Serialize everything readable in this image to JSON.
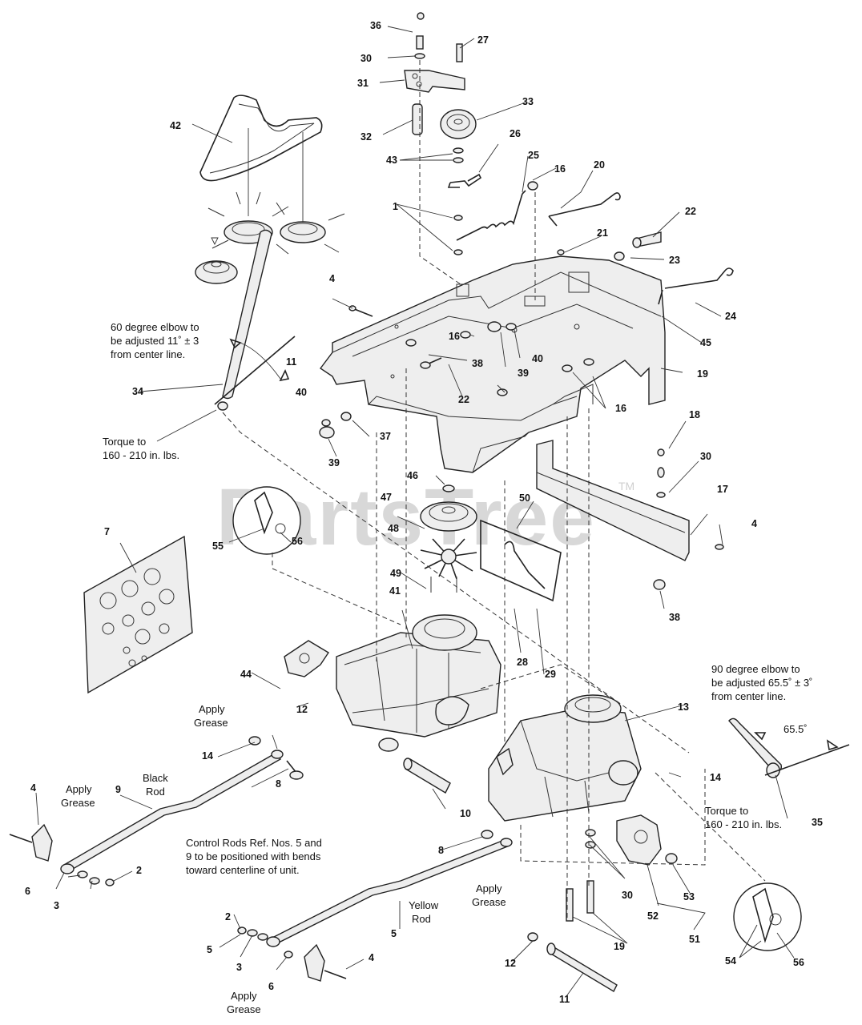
{
  "watermark": {
    "text": "PartsTree",
    "tm": "TM"
  },
  "callouts": [
    "36",
    "27",
    "30",
    "31",
    "33",
    "32",
    "26",
    "43",
    "25",
    "16",
    "20",
    "1",
    "22",
    "21",
    "23",
    "42",
    "4",
    "24",
    "45",
    "16",
    "40",
    "38",
    "39",
    "19",
    "22",
    "16",
    "34",
    "11",
    "40",
    "37",
    "39",
    "18",
    "30",
    "46",
    "17",
    "50",
    "47",
    "4",
    "55",
    "56",
    "48",
    "7",
    "49",
    "38",
    "41",
    "28",
    "29",
    "44",
    "13",
    "12",
    "14",
    "8",
    "9",
    "4",
    "10",
    "2",
    "3",
    "6",
    "8",
    "14",
    "35",
    "30",
    "53",
    "52",
    "2",
    "5",
    "3",
    "6",
    "4",
    "5",
    "19",
    "51",
    "12",
    "54",
    "56",
    "11"
  ],
  "notes": {
    "elbow60_line1": "60 degree elbow to",
    "elbow60_line2": "be adjusted 11˚ ± 3",
    "elbow60_line3": "from center line.",
    "torque1_line1": "Torque to",
    "torque1_line2": "160 - 210 in. lbs.",
    "elbow90_line1": "90 degree elbow to",
    "elbow90_line2": "be adjusted 65.5˚ ± 3˚",
    "elbow90_line3": "from center line.",
    "angle65": "65.5˚",
    "torque2_line1": "Torque to",
    "torque2_line2": "160 - 210 in. lbs.",
    "grease1_line1": "Apply",
    "grease1_line2": "Grease",
    "grease2_line1": "Apply",
    "grease2_line2": "Grease",
    "grease3_line1": "Apply",
    "grease3_line2": "Grease",
    "grease4_line1": "Apply",
    "grease4_line2": "Grease",
    "black_rod_line1": "Black",
    "black_rod_line2": "Rod",
    "yellow_rod_line1": "Yellow",
    "yellow_rod_line2": "Rod",
    "control_line1": "Control Rods Ref. Nos. 5 and",
    "control_line2": "9 to be positioned with bends",
    "control_line3": "toward centerline of unit."
  }
}
